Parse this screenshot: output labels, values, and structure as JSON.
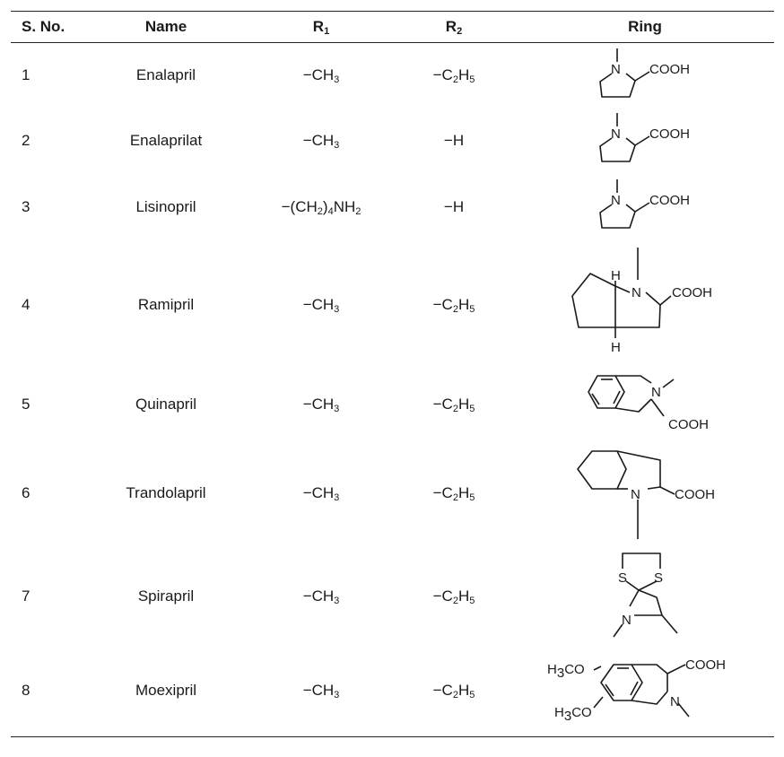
{
  "table": {
    "headers": {
      "sno": "S. No.",
      "name": "Name",
      "r1": "R1",
      "r2": "R2",
      "ring": "Ring"
    },
    "rows": [
      {
        "sno": "1",
        "name": "Enalapril",
        "r1": "−CH3",
        "r2": "−C2H5",
        "ring_icon": "proline-ring"
      },
      {
        "sno": "2",
        "name": "Enalaprilat",
        "r1": "−CH3",
        "r2": "−H",
        "ring_icon": "proline-ring"
      },
      {
        "sno": "3",
        "name": "Lisinopril",
        "r1": "−(CH2)4NH2",
        "r2": "−H",
        "ring_icon": "proline-ring"
      },
      {
        "sno": "4",
        "name": "Ramipril",
        "r1": "−CH3",
        "r2": "−C2H5",
        "ring_icon": "bicyclic-cyclopenta-pyrrole-ring"
      },
      {
        "sno": "5",
        "name": "Quinapril",
        "r1": "−CH3",
        "r2": "−C2H5",
        "ring_icon": "tetrahydroisoquinoline-ring"
      },
      {
        "sno": "6",
        "name": "Trandolapril",
        "r1": "−CH3",
        "r2": "−C2H5",
        "ring_icon": "octahydroindole-ring"
      },
      {
        "sno": "7",
        "name": "Spirapril",
        "r1": "−CH3",
        "r2": "−C2H5",
        "ring_icon": "spiro-dithiolane-ring"
      },
      {
        "sno": "8",
        "name": "Moexipril",
        "r1": "−CH3",
        "r2": "−C2H5",
        "ring_icon": "dimethoxy-isoquinoline-ring"
      }
    ]
  },
  "labels": {
    "cooh": "COOH",
    "n": "N",
    "h": "H",
    "s": "S",
    "h3co": "H3CO"
  }
}
